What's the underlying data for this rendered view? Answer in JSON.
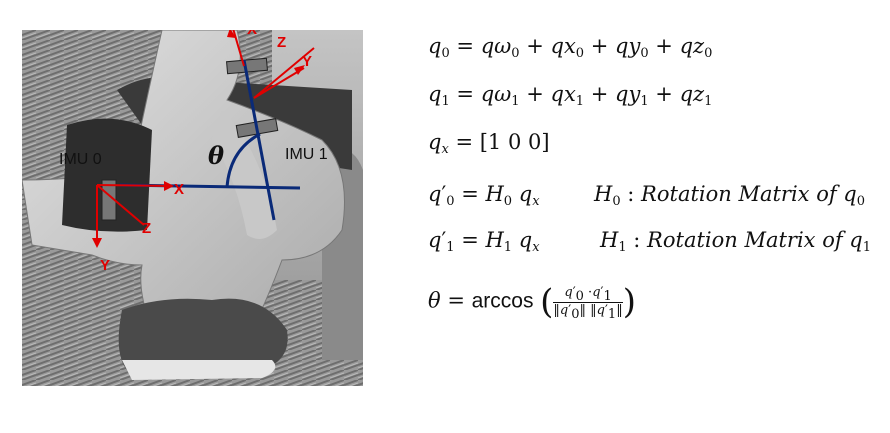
{
  "figure": {
    "labels": {
      "imu0": "IMU 0",
      "imu1": "IMU 1",
      "theta": "θ"
    },
    "axes": {
      "imu0": {
        "x": "X",
        "y": "Y",
        "z": "Z"
      },
      "imu1": {
        "x": "X",
        "y": "Y",
        "z": "Z"
      }
    },
    "colors": {
      "axis_arrows": "#e00000",
      "segment_lines": "#0a2a78"
    }
  },
  "equations": {
    "q0": "q₀ = qω₀ + qx₀ + qy₀ + qz₀",
    "q1": "q₁ = qω₁ + qx₁ + qy₁ + qz₁",
    "qx": "qₓ = [1 0 0]",
    "q0p": "q′₀ = H₀ qₓ",
    "h0_note": "H₀ : Rotation Matrix of q₀",
    "q1p": "q′₁ = H₁ qₓ",
    "h1_note": "H₁ : Rotation Matrix of q₁",
    "theta": "θ = arccos ( q′₀ ·q′₁ / ‖q′₀‖ ‖q′₁‖ )"
  }
}
